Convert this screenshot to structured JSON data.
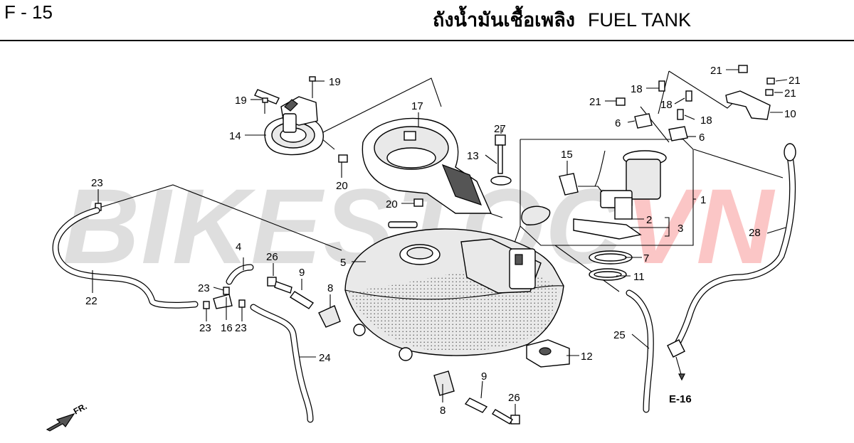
{
  "header": {
    "page_code": "F - 15",
    "title_thai": "ถังน้ำมันเชื้อเพลิง",
    "title_en": "FUEL TANK"
  },
  "watermark": {
    "part_a": "BIKESTOC",
    "part_b": "VN"
  },
  "direction": {
    "label": "FR."
  },
  "reference": {
    "label": "E-16"
  },
  "callouts": {
    "c1": "1",
    "c2": "2",
    "c3": "3",
    "c4": "4",
    "c5": "5",
    "c6a": "6",
    "c6b": "6",
    "c7": "7",
    "c8a": "8",
    "c8b": "8",
    "c9a": "9",
    "c9b": "9",
    "c10": "10",
    "c11": "11",
    "c12": "12",
    "c13": "13",
    "c14": "14",
    "c15": "15",
    "c16": "16",
    "c17": "17",
    "c18a": "18",
    "c18b": "18",
    "c18c": "18",
    "c19a": "19",
    "c19b": "19",
    "c20a": "20",
    "c20b": "20",
    "c21a": "21",
    "c21b": "21",
    "c21c": "21",
    "c21d": "21",
    "c22": "22",
    "c23a": "23",
    "c23b": "23",
    "c23c": "23",
    "c23d": "23",
    "c24": "24",
    "c25": "25",
    "c26a": "26",
    "c26b": "26",
    "c27": "27",
    "c28": "28"
  }
}
